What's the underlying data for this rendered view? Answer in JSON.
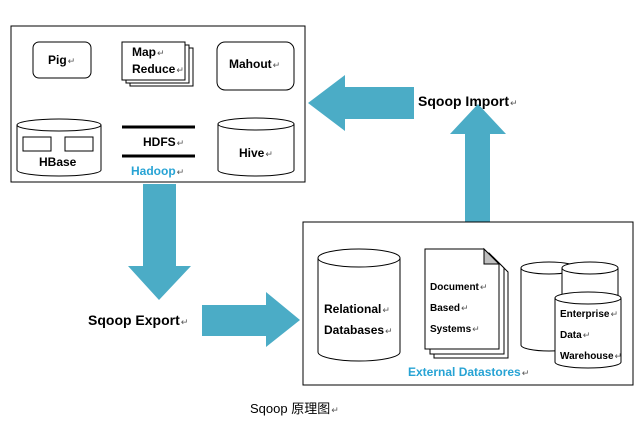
{
  "hadoop": {
    "title": "Hadoop",
    "pig": "Pig",
    "mapreduce_line1": "Map",
    "mapreduce_line2": "Reduce",
    "mahout": "Mahout",
    "hbase": "HBase",
    "hdfs": "HDFS",
    "hive": "Hive"
  },
  "external": {
    "title": "External Datastores",
    "relational_line1": "Relational",
    "relational_line2": "Databases",
    "document_line1": "Document",
    "document_line2": "Based",
    "document_line3": "Systems",
    "enterprise_line1": "Enterprise",
    "enterprise_line2": "Data",
    "enterprise_line3": "Warehouse"
  },
  "flows": {
    "import": "Sqoop Import",
    "export": "Sqoop Export"
  },
  "caption": "Sqoop 原理图",
  "colors": {
    "arrow": "#4bacc6",
    "accent_text": "#27a3d4"
  },
  "return_mark": "↵"
}
